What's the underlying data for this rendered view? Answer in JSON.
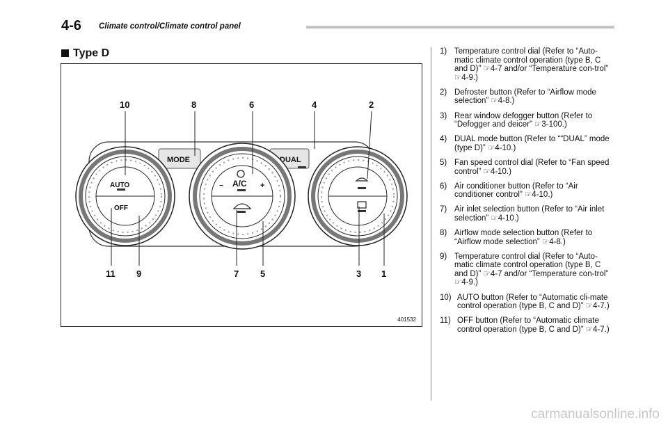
{
  "header": {
    "page_number": "4-6",
    "title": "Climate control/Climate control panel"
  },
  "section": {
    "title": "Type D"
  },
  "figure": {
    "id": "401532",
    "top_callouts": [
      "10",
      "8",
      "6",
      "4",
      "2"
    ],
    "bottom_callouts": [
      "11",
      "9",
      "7",
      "5",
      "3",
      "1"
    ],
    "panel_labels": {
      "mode": "MODE",
      "dual": "DUAL",
      "auto": "AUTO",
      "off": "OFF",
      "ac": "A/C",
      "minus": "−",
      "plus": "+"
    }
  },
  "items": [
    {
      "num": "1)",
      "text": "Temperature control dial (Refer to “Auto-matic climate control operation (type B, C and D)” ☞4-7 and/or “Temperature con-trol” ☞4-9.)"
    },
    {
      "num": "2)",
      "text": "Defroster button (Refer to “Airflow mode selection” ☞4-8.)"
    },
    {
      "num": "3)",
      "text": "Rear window defogger button (Refer to “Defogger and deicer” ☞3-100.)"
    },
    {
      "num": "4)",
      "text": "DUAL mode button (Refer to ““DUAL” mode (type D)” ☞4-10.)"
    },
    {
      "num": "5)",
      "text": "Fan speed control dial (Refer to “Fan speed control” ☞4-10.)"
    },
    {
      "num": "6)",
      "text": "Air conditioner button (Refer to “Air conditioner control” ☞4-10.)"
    },
    {
      "num": "7)",
      "text": "Air inlet selection button (Refer to “Air inlet selection” ☞4-10.)"
    },
    {
      "num": "8)",
      "text": "Airflow mode selection button (Refer to “Airflow mode selection” ☞4-8.)"
    },
    {
      "num": "9)",
      "text": "Temperature control dial (Refer to “Auto-matic climate control operation (type B, C and D)” ☞4-7 and/or “Temperature con-trol” ☞4-9.)"
    },
    {
      "num": "10)",
      "text": "AUTO button (Refer to “Automatic cli-mate control operation (type B, C and D)” ☞4-7.)"
    },
    {
      "num": "11)",
      "text": "OFF button (Refer to “Automatic climate control operation (type B, C and D)” ☞4-7.)"
    }
  ],
  "footer": {
    "watermark": "carmanualsonline.info"
  }
}
